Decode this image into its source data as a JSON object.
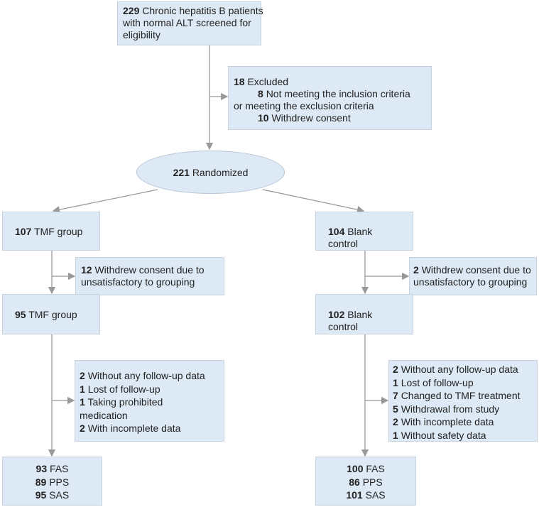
{
  "colors": {
    "box_fill": "#dde9f5",
    "box_border": "#c7d3df",
    "arrow": "#999999"
  },
  "screened": {
    "n": "229",
    "text_lines": [
      "Chronic hepatitis B patients",
      "with normal ALT screened for",
      "eligibility"
    ]
  },
  "excluded": {
    "n": "18",
    "label": "Excluded",
    "items": [
      {
        "n": "8",
        "text": "Not meeting the inclusion criteria",
        "cont": "or meeting the exclusion criteria"
      },
      {
        "n": "10",
        "text": "Withdrew consent"
      }
    ]
  },
  "randomized": {
    "n": "221",
    "label": "Randomized"
  },
  "left": {
    "allocated": {
      "n": "107",
      "label": "TMF group"
    },
    "withdrew": {
      "n": "12",
      "line1": "Withdrew consent due to",
      "line2": "unsatisfactory to grouping"
    },
    "continued": {
      "n": "95",
      "label": "TMF group"
    },
    "exclusions": [
      {
        "n": "2",
        "text": "Without any follow-up data"
      },
      {
        "n": "1",
        "text": "Lost of follow-up"
      },
      {
        "n": "1",
        "text": "Taking prohibited",
        "cont": "medication"
      },
      {
        "n": "2",
        "text": "With incomplete data"
      }
    ],
    "analysis": [
      {
        "n": "93",
        "label": "FAS"
      },
      {
        "n": "89",
        "label": "PPS"
      },
      {
        "n": "95",
        "label": "SAS"
      }
    ]
  },
  "right": {
    "allocated": {
      "n": "104",
      "label": "Blank control"
    },
    "withdrew": {
      "n": "2",
      "line1": "Withdrew consent due to",
      "line2": "unsatisfactory to grouping"
    },
    "continued": {
      "n": "102",
      "label": "Blank control"
    },
    "exclusions": [
      {
        "n": "2",
        "text": "Without any follow-up data"
      },
      {
        "n": "1",
        "text": "Lost of follow-up"
      },
      {
        "n": "7",
        "text": "Changed to TMF treatment"
      },
      {
        "n": "5",
        "text": "Withdrawal from study"
      },
      {
        "n": "2",
        "text": "With incomplete data"
      },
      {
        "n": "1",
        "text": "Without safety data"
      }
    ],
    "analysis": [
      {
        "n": "100",
        "label": "FAS"
      },
      {
        "n": "86",
        "label": "PPS"
      },
      {
        "n": "101",
        "label": "SAS"
      }
    ]
  }
}
